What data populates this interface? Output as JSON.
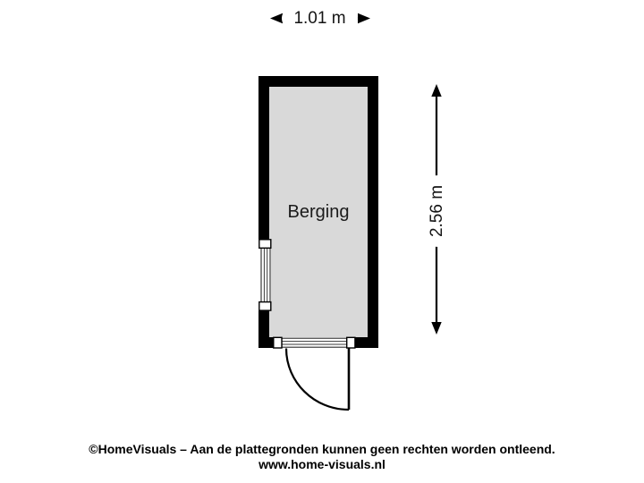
{
  "floorplan": {
    "room": {
      "label": "Berging"
    },
    "dimensions": {
      "width_label": "1.01 m",
      "height_label": "2.56 m"
    },
    "colors": {
      "background": "#ffffff",
      "wall": "#000000",
      "floor": "#d9d9d9",
      "frame_line": "#3a3a3a",
      "dimension_line": "#000000"
    }
  },
  "footer": {
    "copyright": "©HomeVisuals – Aan de plattegronden kunnen geen rechten worden ontleend.",
    "website": "www.home-visuals.nl"
  }
}
